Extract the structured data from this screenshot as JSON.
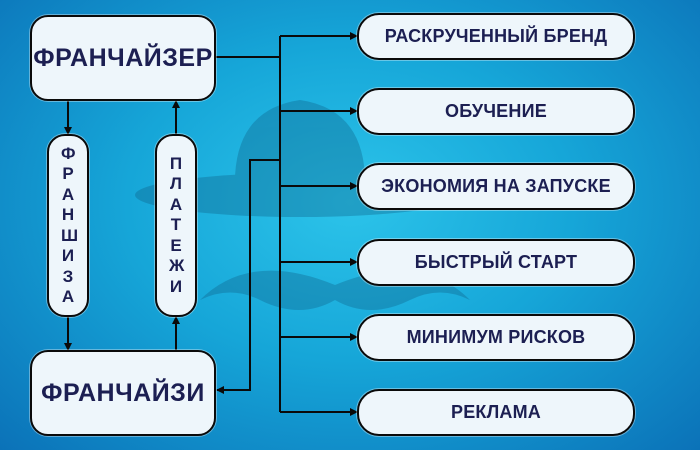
{
  "main": {
    "franchisor": "ФРАНЧАЙЗЕР",
    "franchisee": "ФРАНЧАЙЗИ"
  },
  "vertical": {
    "franchise": "ФРАНШИЗА",
    "payments": "ПЛАТЕЖИ"
  },
  "benefits": [
    {
      "label": "РАСКРУЧЕННЫЙ БРЕНД"
    },
    {
      "label": "ОБУЧЕНИЕ"
    },
    {
      "label": "ЭКОНОМИЯ НА ЗАПУСКЕ"
    },
    {
      "label": "БЫСТРЫЙ СТАРТ"
    },
    {
      "label": "МИНИМУМ РИСКОВ"
    },
    {
      "label": "РЕКЛАМА"
    }
  ],
  "colors": {
    "text": "#1c1f52",
    "box_fill": "#eef6fb",
    "line": "#0a0a0a",
    "background": "#16a6d8"
  }
}
